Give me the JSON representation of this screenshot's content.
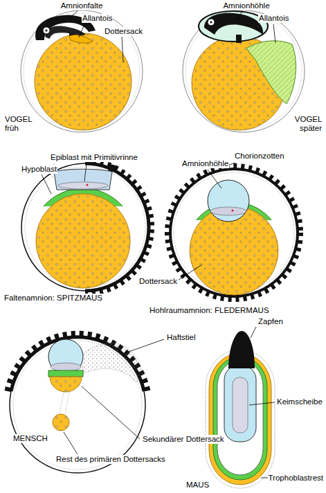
{
  "diagram": {
    "labels": [
      "Amnionfalte",
      "Allantois",
      "Dottersack",
      "Amnionhöhle",
      "Allantois",
      "VOGEL früh",
      "VOGEL später",
      "Epiblast mit Primitivrinne",
      "Hypoblast",
      "Amnionhöhle",
      "Chorionzotten",
      "Dottersack",
      "Faltenamnion: SPITZMAUS",
      "Hohlraumamnion: FLEDERMAUS",
      "Haftstiel",
      "Zapfen",
      "MENSCH",
      "Keimscheibe",
      "Sekundärer Dottersack",
      "Rest des primären Dottersacks",
      "Trophoblastrest",
      "MAUS"
    ]
  }
}
